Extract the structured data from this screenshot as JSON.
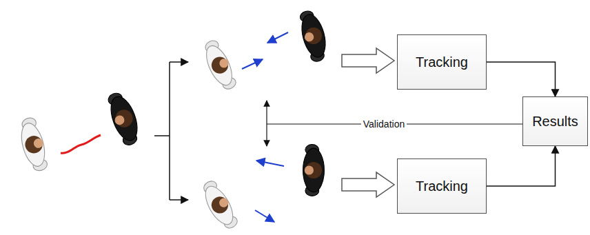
{
  "diagram": {
    "nodes": [
      {
        "text": [
          "Tracking"
        ]
      },
      {
        "text": [
          "Tracking"
        ]
      },
      {
        "text": [
          "Results"
        ]
      }
    ],
    "edges": [
      {
        "from": 0,
        "to": 2,
        "arrow": "to"
      },
      {
        "from": 1,
        "to": 2,
        "arrow": "to"
      }
    ],
    "labels": [
      "Validation"
    ]
  }
}
